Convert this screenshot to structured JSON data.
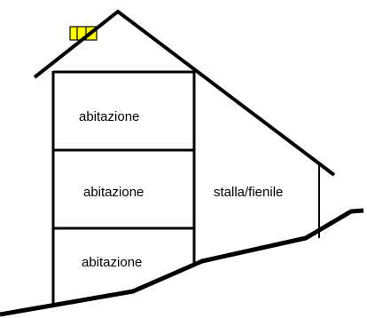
{
  "rooms": {
    "floor_top": "abitazione",
    "floor_middle": "abitazione",
    "floor_bottom": "abitazione",
    "stall": "stalla/fienile"
  },
  "colors": {
    "line": "#000000",
    "chimney_fill": "#ffff00",
    "background": "#ffffff"
  }
}
